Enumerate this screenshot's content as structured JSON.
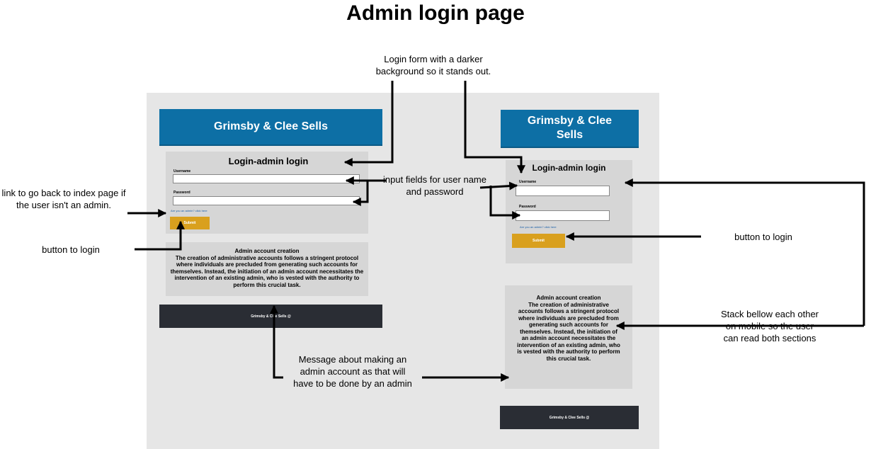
{
  "page_title": "Admin login page",
  "colors": {
    "banner": "#0d6fa5",
    "button": "#d9a01e",
    "panel": "#d6d6d6",
    "canvas": "#e6e6e6",
    "footer": "#2a2d34"
  },
  "desktop": {
    "banner_title": "Grimsby & Clee Sells",
    "form_title": "Login-admin login",
    "username_label": "Username",
    "password_label": "Password",
    "link_text": "Are you an admin? click here",
    "submit_label": "Submit",
    "message_title": "Admin account creation",
    "message_body": "The creation of administrative accounts follows a stringent protocol where individuals are precluded from generating such accounts for themselves. Instead, the initiation of an admin account necessitates the intervention of an existing admin, who is vested with the authority to perform this crucial task.",
    "footer_text": "Grimsby & Clee Sells @"
  },
  "mobile": {
    "banner_title": "Grimsby & Clee Sells",
    "form_title": "Login-admin login",
    "username_label": "Username",
    "password_label": "Password",
    "link_text": "Are you an admin? click here",
    "submit_label": "Submit",
    "message_title": "Admin account creation",
    "message_body": "The creation of administrative accounts follows a stringent protocol where individuals are precluded from generating such accounts for themselves. Instead, the initiation of an admin account necessitates the intervention of an existing admin, who is vested with the authority to perform this crucial task.",
    "footer_text": "Grimsby & Clee Sells @"
  },
  "annotations": {
    "login_form": "Login form with a darker background so it stands out.",
    "input_fields": "input fields for user name and password",
    "back_link": "link to go back to index page if the user isn't an admin.",
    "button_left": "button to login",
    "button_right": "button to login",
    "message": "Message about making an admin account as that will have to be done by an admin",
    "stack": "Stack bellow each other on mobile so the user can read both sections"
  }
}
